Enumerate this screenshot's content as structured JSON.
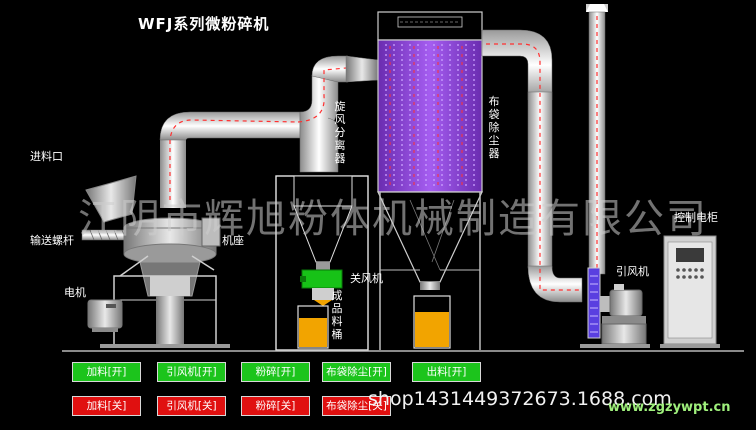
{
  "title": "WFJ系列微粉碎机",
  "labels": {
    "feed_inlet": "进料口",
    "screw_conveyor": "输送螺杆",
    "motor": "电机",
    "machine_base": "机座",
    "cyclone": "旋风分离器",
    "bag_filter": "布袋除尘器",
    "air_lock": "关风机",
    "product_bin": "成品料桶",
    "control_cabinet": "控制电柜",
    "induced_fan": "引风机"
  },
  "buttons_on": [
    "加料[开]",
    "引风机[开]",
    "粉碎[开]",
    "布袋除尘[开]",
    "出料[开]"
  ],
  "buttons_off": [
    "加料[关]",
    "引风机[关]",
    "粉碎[关]",
    "布袋除尘[关]",
    "出料[关]"
  ],
  "watermark": "江阴市辉旭粉体机械制造有限公司",
  "shop_url": "shop1431449372673.1688.com",
  "site_mark": "www.zgzywpt.cn",
  "colors": {
    "button_on": "#1cc41c",
    "button_off": "#e01010",
    "bag_filter": "#8a3fd0",
    "product_fill": "#f2a400",
    "flow_dash": "#ff3030"
  }
}
